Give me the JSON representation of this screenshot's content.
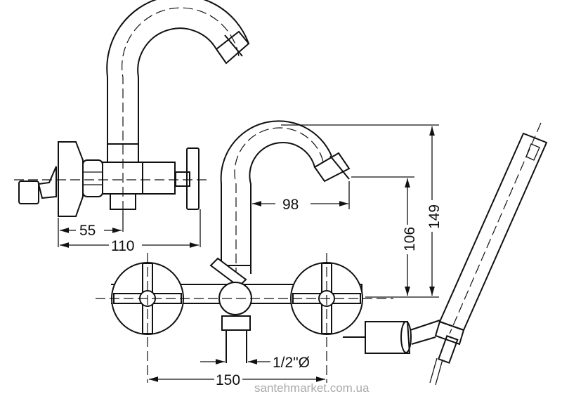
{
  "dimensions": {
    "side_offset": "55",
    "side_depth": "110",
    "spout_reach": "98",
    "spout_height_outlet": "106",
    "spout_height_total": "149",
    "center_distance": "150",
    "connection_size": "1/2\"Ø"
  },
  "watermark": "santehmarket.com.ua"
}
